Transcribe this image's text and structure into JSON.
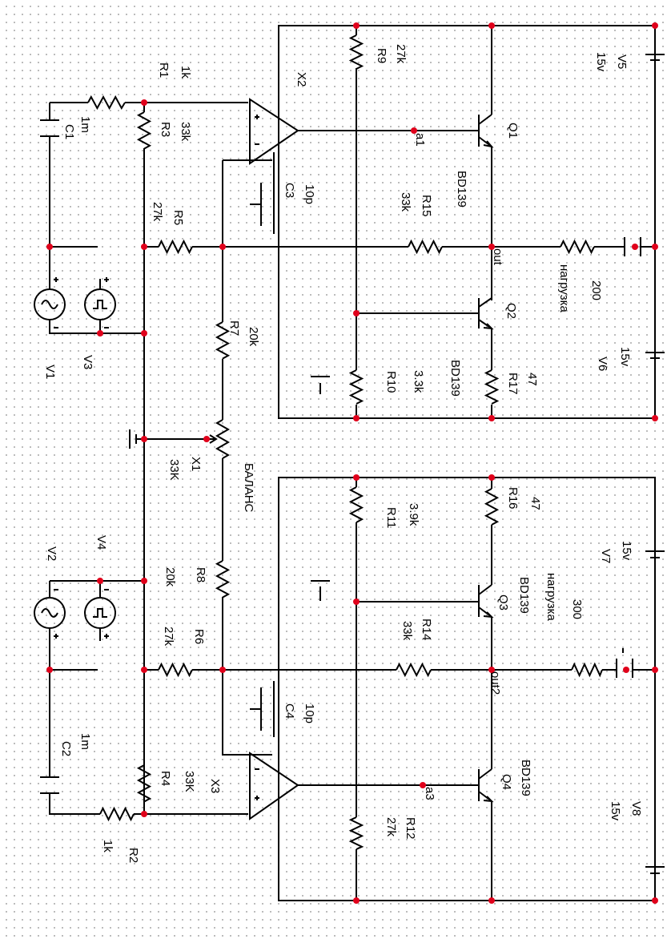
{
  "labels": {
    "R1": "R1",
    "R1_val": "1k",
    "R2": "R2",
    "R2_val": "1k",
    "R3": "R3",
    "R3_val": "33k",
    "R4": "R4",
    "R4_val": "33K",
    "R5": "R5",
    "R5_val": "27k",
    "R6": "R6",
    "R6_val": "27k",
    "R7": "R7",
    "R7_val": "20k",
    "R8": "R8",
    "R8_val": "20k",
    "R9": "R9",
    "R9_val": "27k",
    "R10": "R10",
    "R10_val": "3.3k",
    "R11": "R11",
    "R11_val": "3.9k",
    "R12": "R12",
    "R12_val": "27k",
    "R14": "R14",
    "R14_val": "33k",
    "R15": "R15",
    "R15_val": "33k",
    "R16": "R16",
    "R16_val": "47",
    "R17": "R17",
    "R17_val": "47",
    "C1": "C1",
    "C1_val": "1m",
    "C2": "C2",
    "C2_val": "1m",
    "C3": "C3",
    "C3_val": "10p",
    "C4": "C4",
    "C4_val": "10p",
    "X1": "X1",
    "X1_val": "33K",
    "X1_name": "БАЛАНС",
    "X2": "X2",
    "X3": "X3",
    "Q1": "Q1",
    "Q1_val": "BD139",
    "Q2": "Q2",
    "Q2_val": "BD139",
    "Q3": "Q3",
    "Q3_val": "BD139",
    "Q4": "Q4",
    "Q4_val": "BD139",
    "V1": "V1",
    "V2": "V2",
    "V3": "V3",
    "V4": "V4",
    "V5": "V5",
    "V5_val": "15v",
    "V6": "V6",
    "V6_val": "15v",
    "V7": "V7",
    "V7_val": "15v",
    "V8": "V8",
    "V8_val": "15v",
    "load1": "нагрузка",
    "load1_val": "200",
    "load2": "нагрузка",
    "load2_val": "300",
    "net_a1": "a1",
    "net_a3": "a3",
    "net_out": "out",
    "net_out2": "out2"
  },
  "colors": {
    "wire": "#000000",
    "junction": "#e0001b",
    "grid_dot": "#9a9a9a"
  }
}
